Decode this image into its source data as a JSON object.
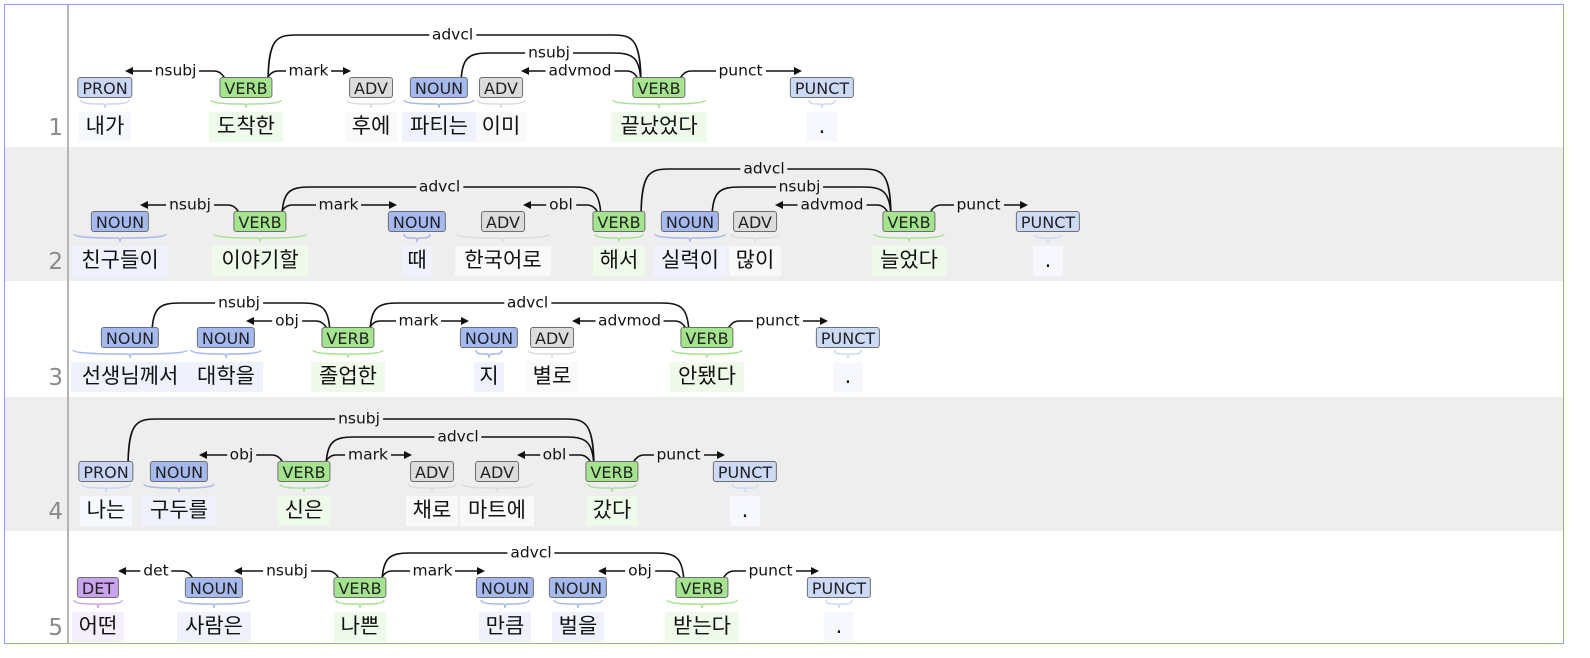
{
  "colors": {
    "PRON": "#c9d6f6",
    "VERB": "#a5e48e",
    "ADV": "#dcdcdc",
    "NOUN": "#a6b9ef",
    "PUNCT": "#ccdaf6",
    "DET": "#c9a3ee"
  },
  "sentences": [
    {
      "number": "1",
      "tokens": [
        {
          "word": "내가",
          "pos": "PRON"
        },
        {
          "word": "도착한",
          "pos": "VERB"
        },
        {
          "word": "후에",
          "pos": "ADV"
        },
        {
          "word": "파티는",
          "pos": "NOUN"
        },
        {
          "word": "이미",
          "pos": "ADV"
        },
        {
          "word": "끝났었다",
          "pos": "VERB"
        },
        {
          "word": ".",
          "pos": "PUNCT"
        }
      ],
      "arcs": [
        {
          "head": 1,
          "dep": 0,
          "label": "nsubj"
        },
        {
          "head": 1,
          "dep": 2,
          "label": "mark"
        },
        {
          "head": 5,
          "dep": 4,
          "label": "advmod"
        },
        {
          "head": 5,
          "dep": 3,
          "label": "nsubj"
        },
        {
          "head": 5,
          "dep": 1,
          "label": "advcl"
        },
        {
          "head": 5,
          "dep": 6,
          "label": "punct"
        }
      ]
    },
    {
      "number": "2",
      "tokens": [
        {
          "word": "친구들이",
          "pos": "NOUN"
        },
        {
          "word": "이야기할",
          "pos": "VERB"
        },
        {
          "word": "때",
          "pos": "NOUN"
        },
        {
          "word": "한국어로",
          "pos": "ADV"
        },
        {
          "word": "해서",
          "pos": "VERB"
        },
        {
          "word": "실력이",
          "pos": "NOUN"
        },
        {
          "word": "많이",
          "pos": "ADV"
        },
        {
          "word": "늘었다",
          "pos": "VERB"
        },
        {
          "word": ".",
          "pos": "PUNCT"
        }
      ],
      "arcs": [
        {
          "head": 1,
          "dep": 0,
          "label": "nsubj"
        },
        {
          "head": 1,
          "dep": 2,
          "label": "mark"
        },
        {
          "head": 4,
          "dep": 3,
          "label": "obl"
        },
        {
          "head": 4,
          "dep": 1,
          "label": "advcl"
        },
        {
          "head": 7,
          "dep": 6,
          "label": "advmod"
        },
        {
          "head": 7,
          "dep": 5,
          "label": "nsubj"
        },
        {
          "head": 7,
          "dep": 4,
          "label": "advcl"
        },
        {
          "head": 7,
          "dep": 8,
          "label": "punct"
        }
      ]
    },
    {
      "number": "3",
      "tokens": [
        {
          "word": "선생님께서",
          "pos": "NOUN"
        },
        {
          "word": "대학을",
          "pos": "NOUN"
        },
        {
          "word": "졸업한",
          "pos": "VERB"
        },
        {
          "word": "지",
          "pos": "NOUN"
        },
        {
          "word": "별로",
          "pos": "ADV"
        },
        {
          "word": "안됐다",
          "pos": "VERB"
        },
        {
          "word": ".",
          "pos": "PUNCT"
        }
      ],
      "arcs": [
        {
          "head": 2,
          "dep": 1,
          "label": "obj"
        },
        {
          "head": 2,
          "dep": 0,
          "label": "nsubj"
        },
        {
          "head": 2,
          "dep": 3,
          "label": "mark"
        },
        {
          "head": 5,
          "dep": 4,
          "label": "advmod"
        },
        {
          "head": 5,
          "dep": 2,
          "label": "advcl"
        },
        {
          "head": 5,
          "dep": 6,
          "label": "punct"
        }
      ]
    },
    {
      "number": "4",
      "tokens": [
        {
          "word": "나는",
          "pos": "PRON"
        },
        {
          "word": "구두를",
          "pos": "NOUN"
        },
        {
          "word": "신은",
          "pos": "VERB"
        },
        {
          "word": "채로",
          "pos": "ADV"
        },
        {
          "word": "마트에",
          "pos": "ADV"
        },
        {
          "word": "갔다",
          "pos": "VERB"
        },
        {
          "word": ".",
          "pos": "PUNCT"
        }
      ],
      "arcs": [
        {
          "head": 2,
          "dep": 1,
          "label": "obj"
        },
        {
          "head": 2,
          "dep": 3,
          "label": "mark"
        },
        {
          "head": 5,
          "dep": 4,
          "label": "obl"
        },
        {
          "head": 5,
          "dep": 2,
          "label": "advcl"
        },
        {
          "head": 5,
          "dep": 0,
          "label": "nsubj"
        },
        {
          "head": 5,
          "dep": 6,
          "label": "punct"
        }
      ]
    },
    {
      "number": "5",
      "tokens": [
        {
          "word": "어떤",
          "pos": "DET"
        },
        {
          "word": "사람은",
          "pos": "NOUN"
        },
        {
          "word": "나쁜",
          "pos": "VERB"
        },
        {
          "word": "만큼",
          "pos": "NOUN"
        },
        {
          "word": "벌을",
          "pos": "NOUN"
        },
        {
          "word": "받는다",
          "pos": "VERB"
        },
        {
          "word": ".",
          "pos": "PUNCT"
        }
      ],
      "arcs": [
        {
          "head": 1,
          "dep": 0,
          "label": "det"
        },
        {
          "head": 2,
          "dep": 1,
          "label": "nsubj"
        },
        {
          "head": 2,
          "dep": 3,
          "label": "mark"
        },
        {
          "head": 5,
          "dep": 4,
          "label": "obj"
        },
        {
          "head": 5,
          "dep": 2,
          "label": "advcl"
        },
        {
          "head": 5,
          "dep": 6,
          "label": "punct"
        }
      ]
    }
  ]
}
